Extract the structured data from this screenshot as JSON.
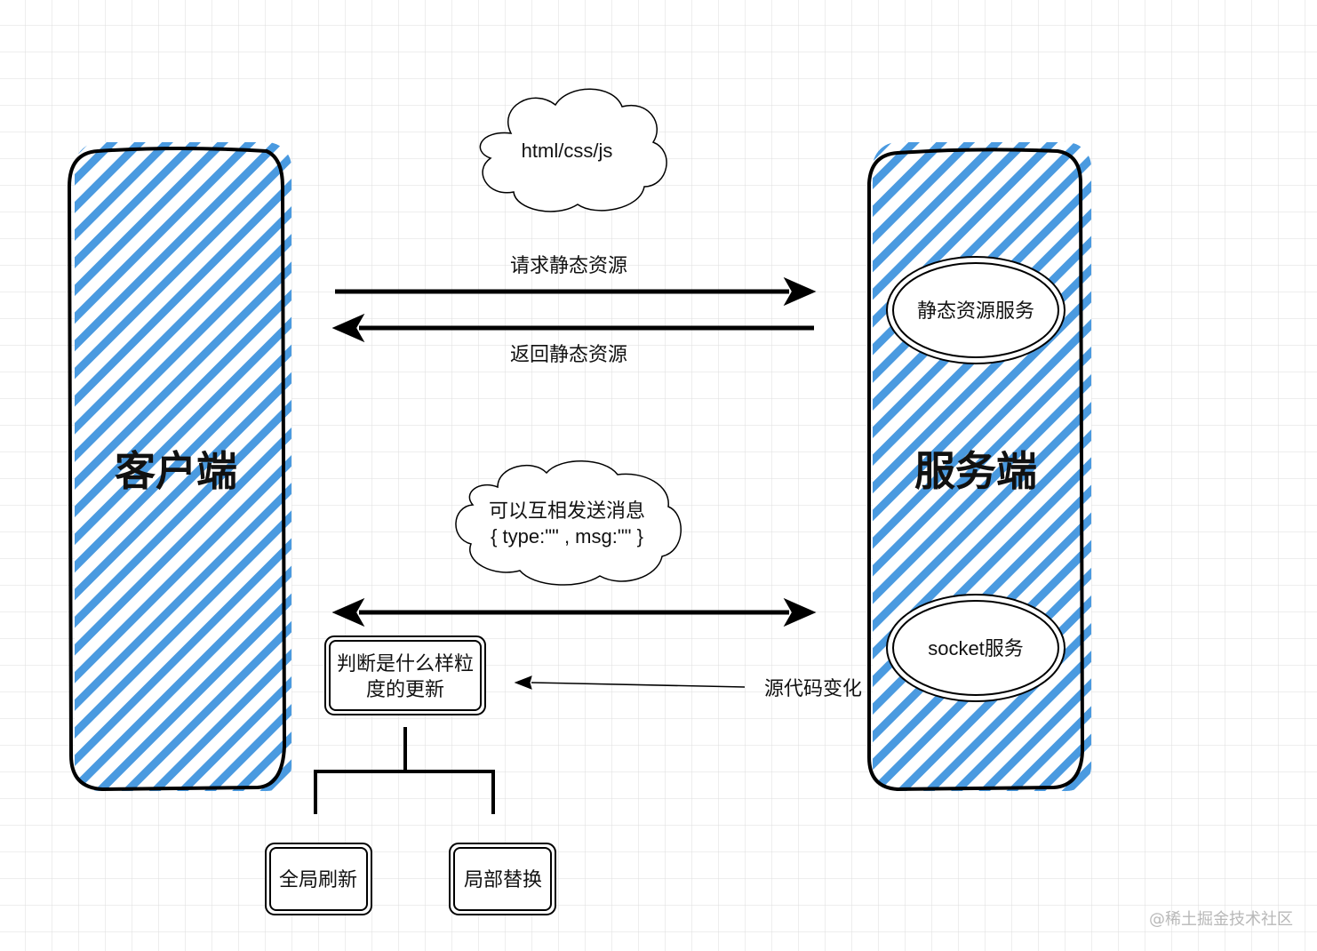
{
  "diagram": {
    "client": {
      "label": "客户端"
    },
    "server": {
      "label": "服务端",
      "static_service": "静态资源服务",
      "socket_service": "socket服务"
    },
    "cloud_top": {
      "text": "html/css/js"
    },
    "arrow_request": {
      "label": "请求静态资源"
    },
    "arrow_response": {
      "label": "返回静态资源"
    },
    "cloud_message": {
      "line1": "可以互相发送消息",
      "line2": "{ type:\"\" , msg:\"\" }"
    },
    "decision_box": {
      "line1": "判断是什么样粒",
      "line2": "度的更新"
    },
    "source_change": {
      "label": "源代码变化"
    },
    "outcomes": {
      "full_refresh": "全局刷新",
      "partial_replace": "局部替换"
    }
  },
  "colors": {
    "hatch": "#4a9ae0",
    "stroke": "#000000",
    "grid": "#dcdcdc",
    "background": "#ffffff",
    "watermark": "#b8b8b8"
  },
  "watermark": "@稀土掘金技术社区"
}
